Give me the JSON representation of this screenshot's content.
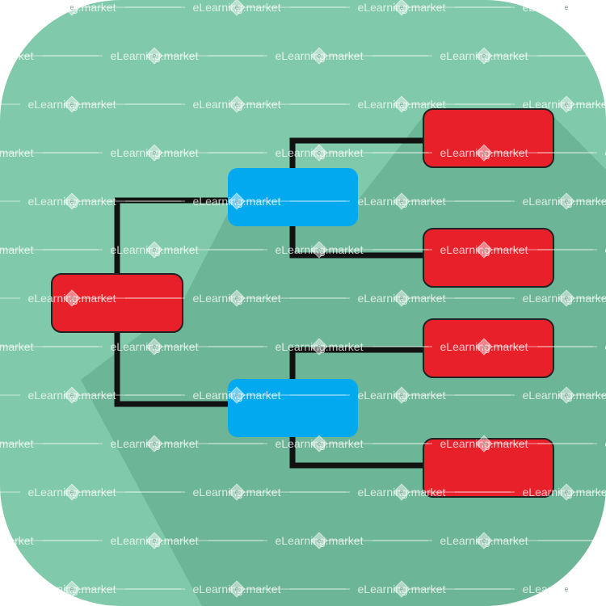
{
  "diagram": {
    "type": "hierarchy-tree",
    "colors": {
      "background": "#80c9ab",
      "shadow": "#6db597",
      "root_node": "#e8202a",
      "branch_node": "#03a9ee",
      "leaf_node": "#e8202a",
      "connector": "#111111"
    },
    "nodes": [
      {
        "id": "root",
        "level": 0,
        "kind": "root"
      },
      {
        "id": "branch-1",
        "level": 1,
        "kind": "branch",
        "parent": "root"
      },
      {
        "id": "branch-2",
        "level": 1,
        "kind": "branch",
        "parent": "root"
      },
      {
        "id": "leaf-1",
        "level": 2,
        "kind": "leaf",
        "parent": "branch-1"
      },
      {
        "id": "leaf-2",
        "level": 2,
        "kind": "leaf",
        "parent": "branch-1"
      },
      {
        "id": "leaf-3",
        "level": 2,
        "kind": "leaf",
        "parent": "branch-2"
      },
      {
        "id": "leaf-4",
        "level": 2,
        "kind": "leaf",
        "parent": "branch-2"
      }
    ]
  },
  "watermark": {
    "text": "eLearning.market",
    "glyph": "e"
  }
}
